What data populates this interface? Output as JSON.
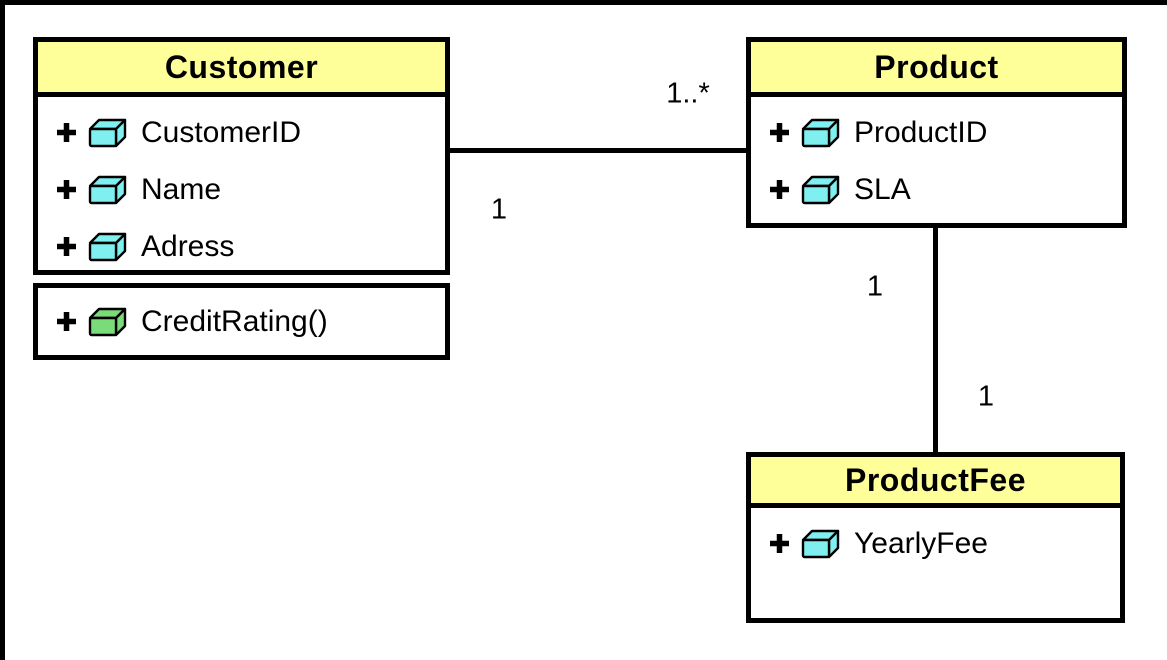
{
  "diagram": {
    "type": "uml-class-diagram",
    "classes": [
      {
        "id": "customer",
        "name": "Customer",
        "attributes": [
          "CustomerID",
          "Name",
          "Adress"
        ],
        "methods": [
          "CreditRating()"
        ]
      },
      {
        "id": "product",
        "name": "Product",
        "attributes": [
          "ProductID",
          "SLA"
        ],
        "methods": []
      },
      {
        "id": "productfee",
        "name": "ProductFee",
        "attributes": [
          "YearlyFee"
        ],
        "methods": []
      }
    ],
    "associations": [
      {
        "from": "Customer",
        "to": "Product",
        "from_multiplicity": "1",
        "to_multiplicity": "1..*"
      },
      {
        "from": "Product",
        "to": "ProductFee",
        "from_multiplicity": "1",
        "to_multiplicity": "1"
      }
    ],
    "icons": {
      "visibility_public": "plus-icon",
      "attribute": "cube-icon-cyan",
      "method": "cube-icon-green"
    },
    "colors": {
      "class_header_fill": "#FFFF99",
      "attribute_icon_fill": "#7FEFEF",
      "method_icon_fill": "#79DC79",
      "line_color": "#000000",
      "background": "#FFFFFF"
    }
  }
}
